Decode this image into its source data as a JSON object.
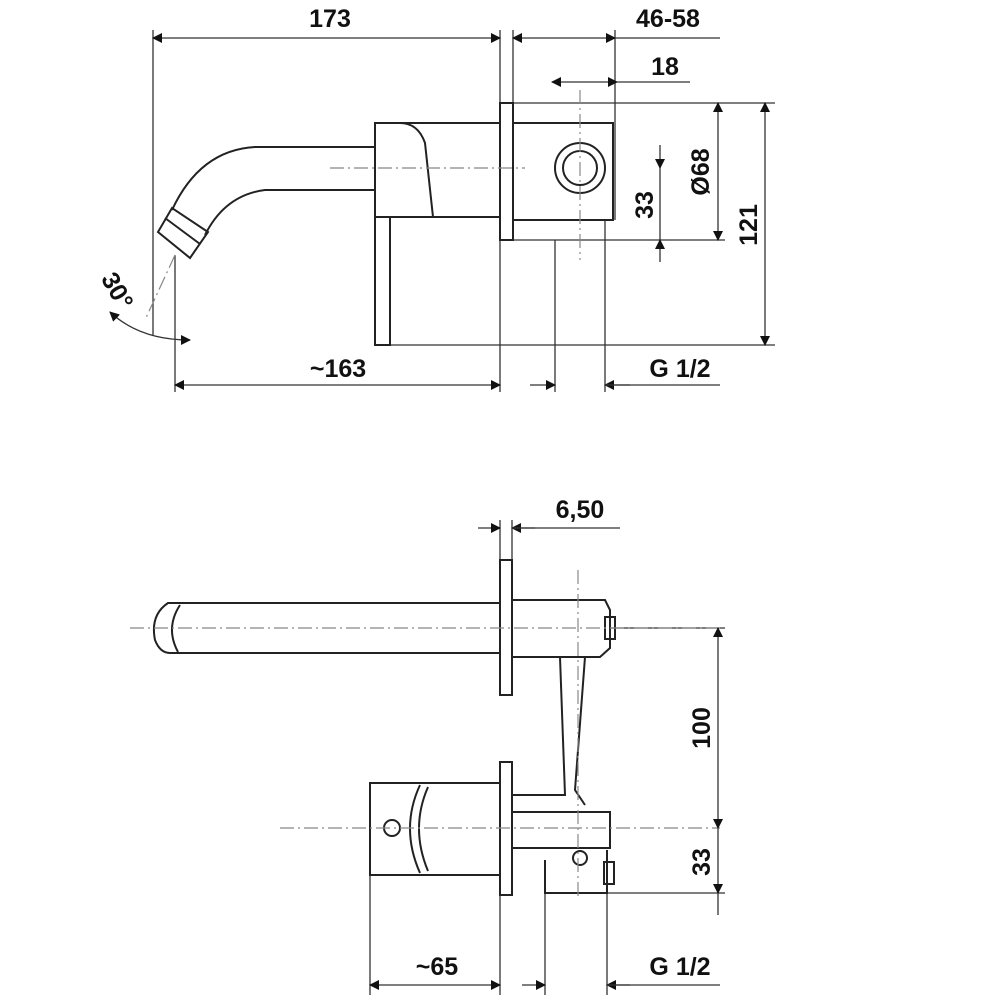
{
  "top_view": {
    "dim_overall_length": "173",
    "dim_wall_depth": "46-58",
    "dim_offset": "18",
    "dim_plate_diameter": "Ø68",
    "dim_center_height": "33",
    "dim_total_height": "121",
    "dim_spout_reach": "~163",
    "dim_thread": "G 1/2",
    "dim_angle": "30°"
  },
  "bottom_view": {
    "dim_plate_thickness": "6,50",
    "dim_spout_to_valve": "100",
    "dim_valve_offset": "33",
    "dim_handle_length": "~65",
    "dim_thread": "G 1/2"
  }
}
